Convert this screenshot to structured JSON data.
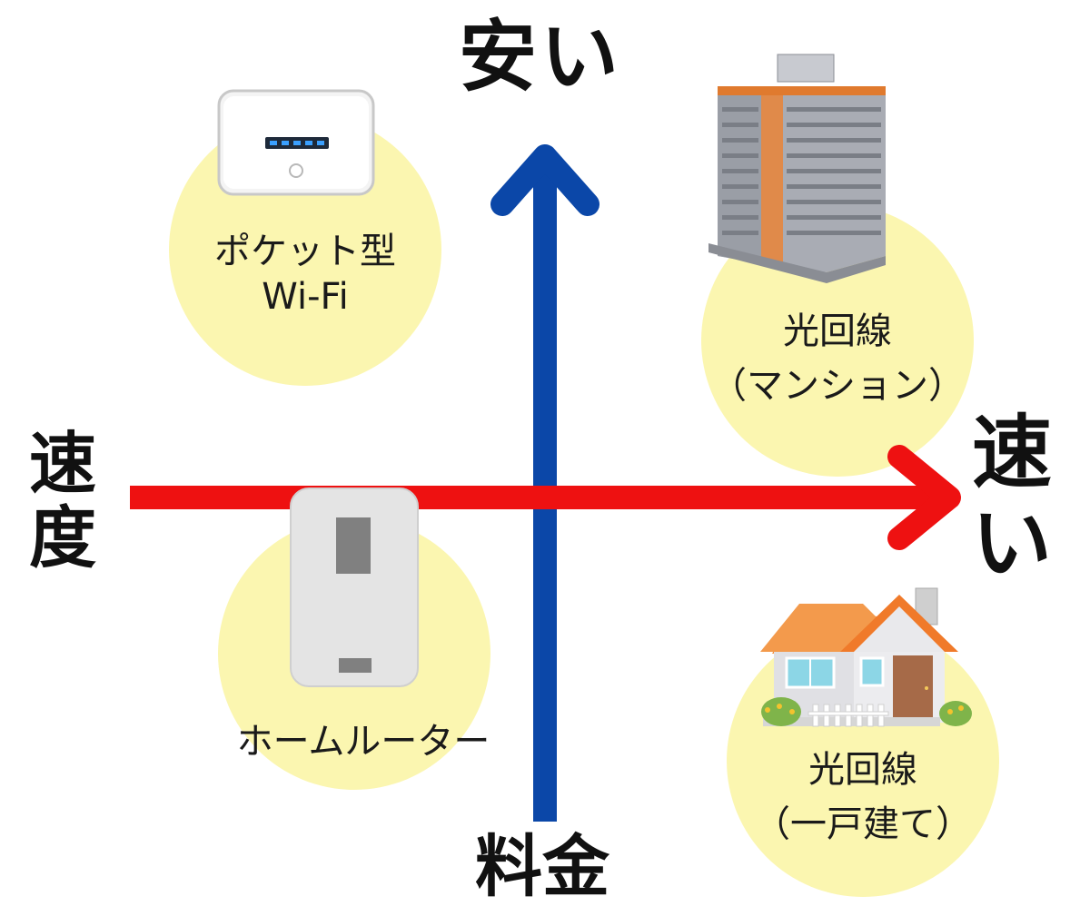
{
  "axes": {
    "vertical_top_label": "安い",
    "vertical_bottom_label": "料金",
    "horizontal_left_label": [
      "速",
      "度"
    ],
    "horizontal_right_label": [
      "速",
      "い"
    ]
  },
  "items": [
    {
      "id": "pocket-wifi",
      "lines": [
        "ポケット型",
        "Wi-Fi"
      ],
      "icon": "pocket-wifi-router-icon"
    },
    {
      "id": "fiber-mansion",
      "lines": [
        "光回線",
        "（マンション）"
      ],
      "icon": "apartment-building-icon"
    },
    {
      "id": "home-router",
      "lines": [
        "ホームルーター"
      ],
      "icon": "home-router-icon"
    },
    {
      "id": "fiber-house",
      "lines": [
        "光回線",
        "（一戸建て）"
      ],
      "icon": "detached-house-icon"
    }
  ],
  "colors": {
    "vertical_arrow": "#0b47a8",
    "horizontal_arrow": "#ee1111",
    "circle_fill": "#fbf6b0"
  }
}
